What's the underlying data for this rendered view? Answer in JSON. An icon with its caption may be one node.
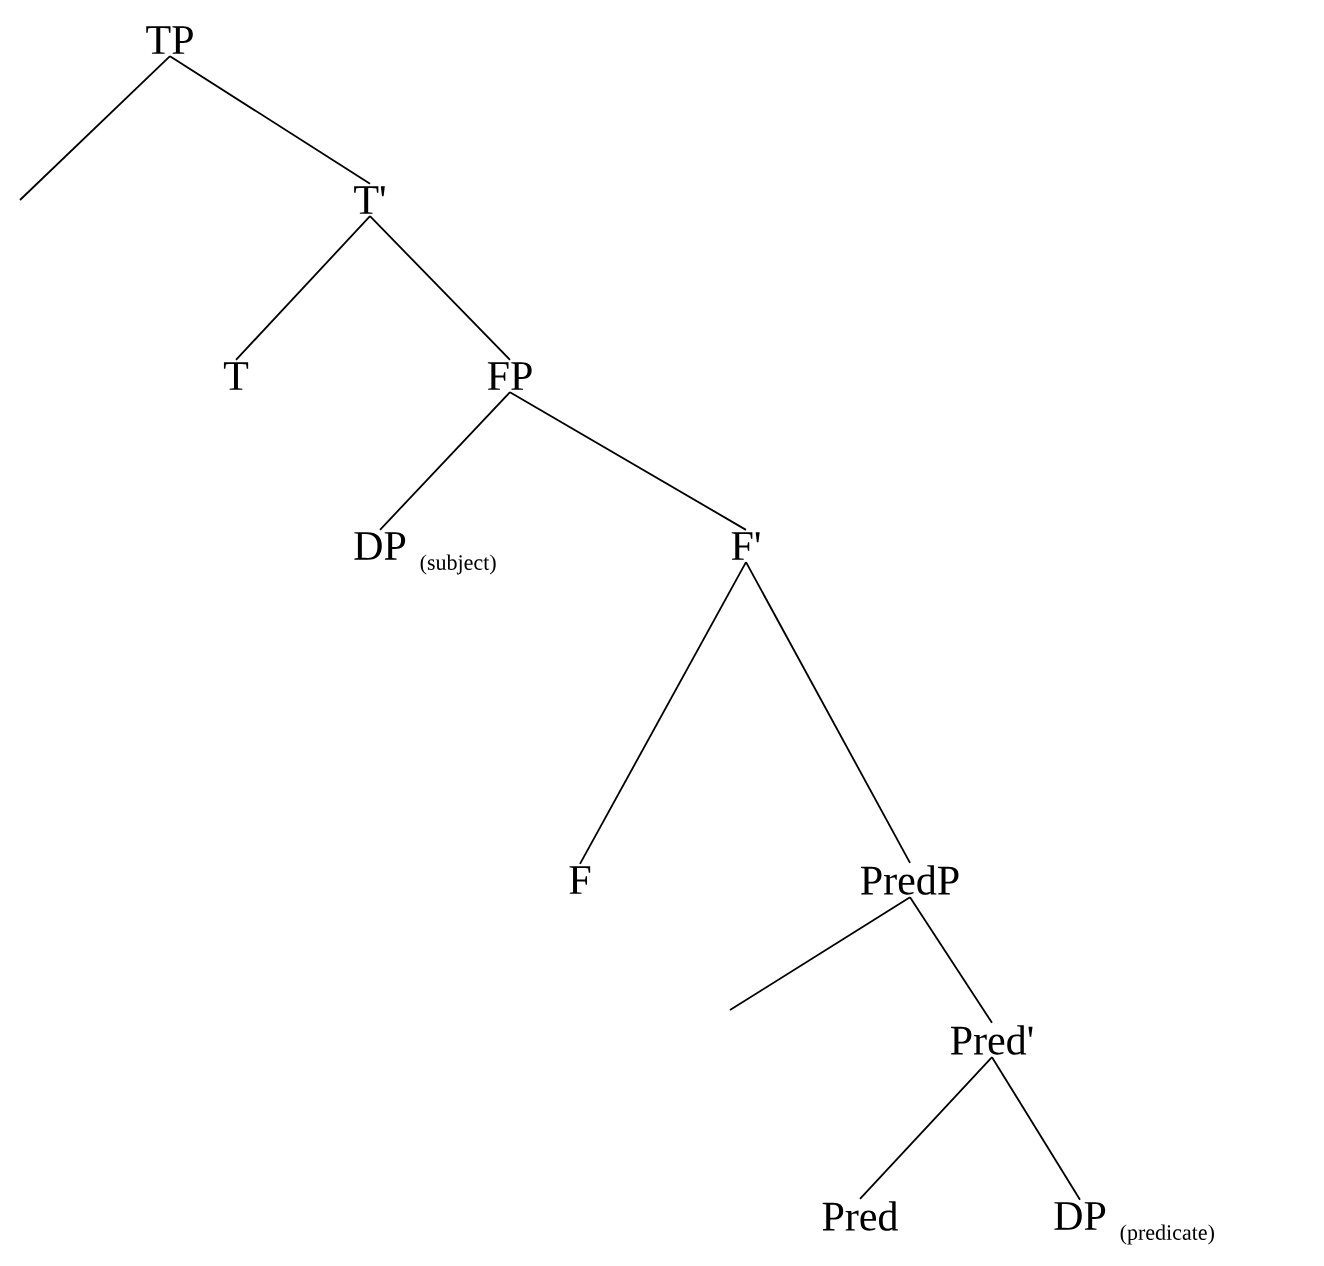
{
  "diagram": {
    "nodes": [
      {
        "text": [
          "TP"
        ]
      },
      {
        "text": [
          "T'"
        ]
      },
      {
        "text": [
          "T"
        ]
      },
      {
        "text": [
          "FP"
        ]
      },
      {
        "text": [
          "DP"
        ],
        "beside": [
          "(subject)"
        ]
      },
      {
        "text": [
          "F'"
        ]
      },
      {
        "text": [
          "F"
        ]
      },
      {
        "text": [
          "PredP"
        ]
      },
      {
        "text": [
          "Pred'"
        ]
      },
      {
        "text": [
          "Pred"
        ]
      },
      {
        "text": [
          "DP"
        ],
        "beside": [
          "(predicate)"
        ]
      }
    ],
    "edges": [
      {
        "from": 0,
        "to": null,
        "arrow": "none"
      },
      {
        "from": 0,
        "to": 1,
        "arrow": "none"
      },
      {
        "from": 1,
        "to": 2,
        "arrow": "none"
      },
      {
        "from": 1,
        "to": 3,
        "arrow": "none"
      },
      {
        "from": 3,
        "to": 4,
        "arrow": "none"
      },
      {
        "from": 3,
        "to": 5,
        "arrow": "none"
      },
      {
        "from": 5,
        "to": 6,
        "arrow": "none"
      },
      {
        "from": 5,
        "to": 7,
        "arrow": "none"
      },
      {
        "from": 7,
        "to": null,
        "arrow": "none"
      },
      {
        "from": 7,
        "to": 8,
        "arrow": "none"
      },
      {
        "from": 8,
        "to": 9,
        "arrow": "none"
      },
      {
        "from": 8,
        "to": 10,
        "arrow": "none"
      }
    ]
  }
}
